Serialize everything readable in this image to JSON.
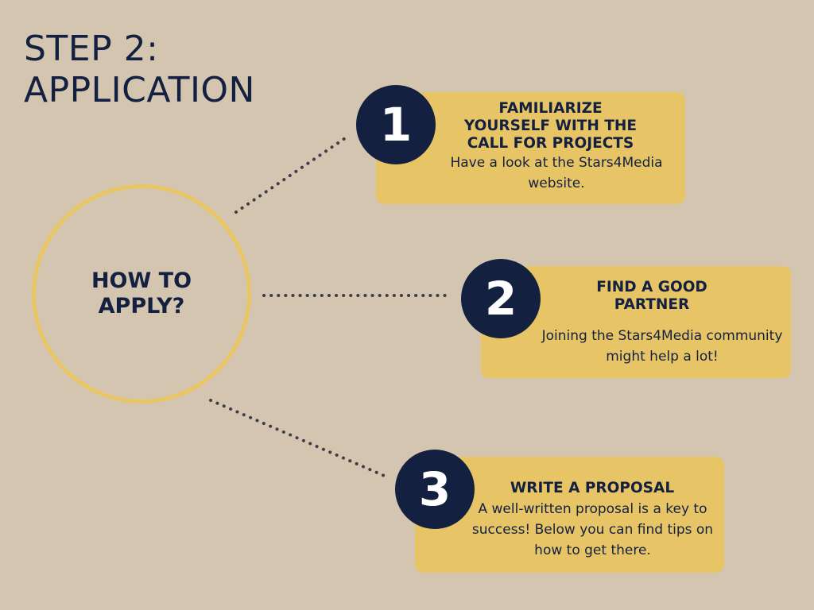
{
  "header": {
    "title_line1": "STEP 2:",
    "title_line2": "APPLICATION"
  },
  "center": {
    "label": "HOW TO APPLY?"
  },
  "steps": [
    {
      "number": "1",
      "title": "FAMILIARIZE\nYOURSELF WITH THE\nCALL FOR PROJECTS",
      "description": "Have a look at the Stars4Media website."
    },
    {
      "number": "2",
      "title": "FIND A GOOD\nPARTNER",
      "description": "Joining the Stars4Media community might help a lot!"
    },
    {
      "number": "3",
      "title": "WRITE A PROPOSAL",
      "description": "A well-written proposal is a key to success! Below you can find tips on how to get there."
    }
  ],
  "colors": {
    "background": "#d4c5b1",
    "navy": "#13203f",
    "gold": "#e7c466",
    "ring": "#e9c663",
    "connector": "#3d3f46"
  }
}
